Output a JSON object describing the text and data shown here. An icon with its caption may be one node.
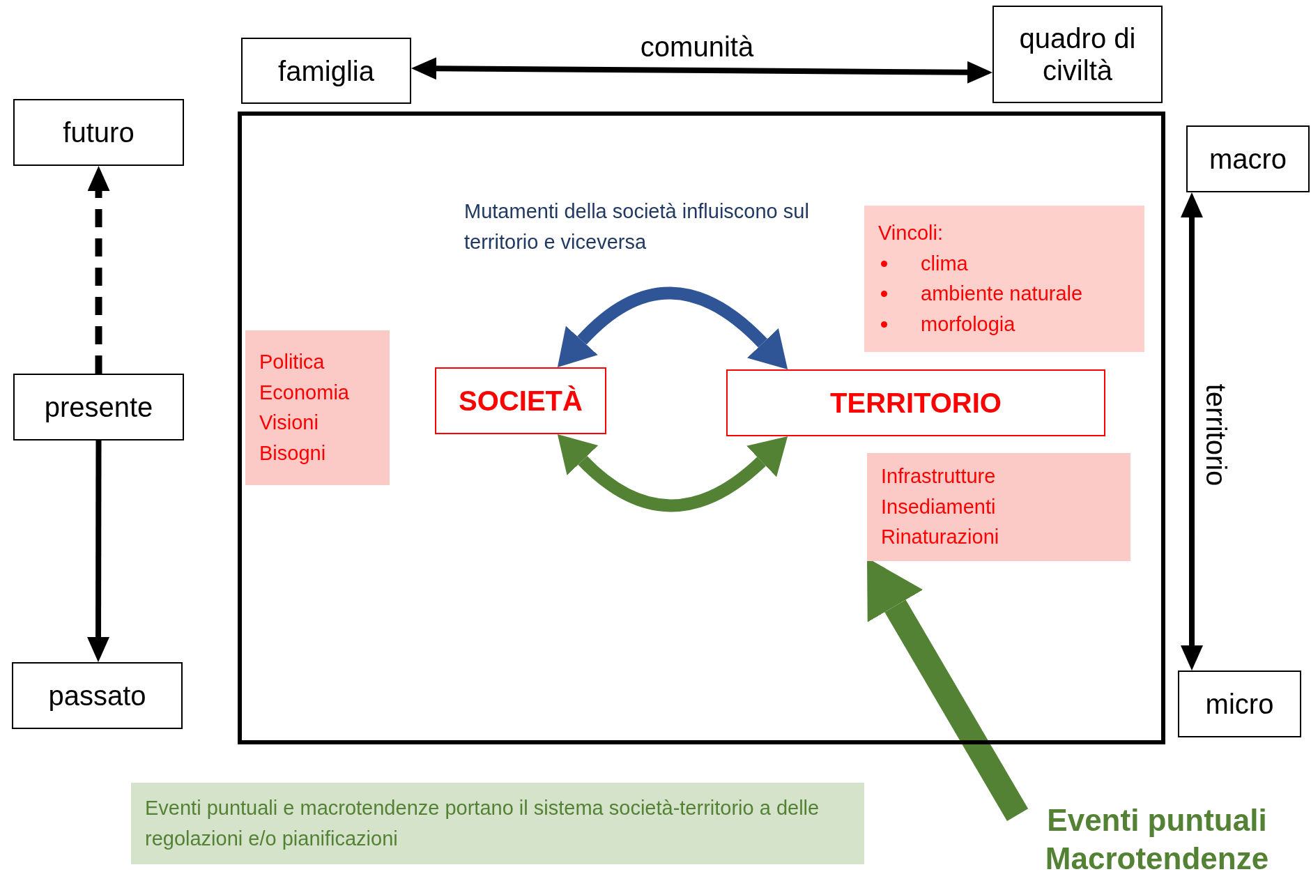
{
  "diagram": {
    "nodes": [
      {
        "text": [
          "famiglia"
        ]
      },
      {
        "text": [
          "quadro di civiltà"
        ]
      },
      {
        "text": [
          "futuro"
        ]
      },
      {
        "text": [
          "presente"
        ]
      },
      {
        "text": [
          "passato"
        ]
      },
      {
        "text": [
          "macro"
        ]
      },
      {
        "text": [
          "micro"
        ]
      },
      {
        "text": [],
        "shape": "box"
      },
      {
        "text": [
          "Politica",
          "Economia",
          "Visioni",
          "Bisogni"
        ],
        "in": 7
      },
      {
        "text": [
          "SOCIETÀ"
        ],
        "in": 7
      },
      {
        "text": [
          "TERRITORIO"
        ],
        "in": 7
      },
      {
        "text": [
          "Vincoli:",
          "clima",
          "ambiente naturale",
          "morfologia"
        ],
        "in": 7
      },
      {
        "text": [
          "Infrastrutture",
          "Insediamenti",
          "Rinaturazioni"
        ],
        "in": 7
      },
      {
        "text": [
          "Eventi puntuali",
          "Macrotendenze"
        ]
      },
      {
        "text": [
          "Eventi puntuali e macrotendenze portano il sistema società-territorio a delle regolazioni e/o pianificazioni"
        ]
      }
    ],
    "edges": [
      {
        "from": 0,
        "to": 1,
        "arrow": "both",
        "label": "comunità"
      },
      {
        "from": 3,
        "to": 2,
        "arrow": "to",
        "style": "dashed"
      },
      {
        "from": 3,
        "to": 4,
        "arrow": "to"
      },
      {
        "from": 5,
        "to": 6,
        "arrow": "both",
        "label": "territorio"
      },
      {
        "from": 9,
        "to": 10,
        "arrow": "both",
        "style": "thick",
        "color": "#2f5597"
      },
      {
        "from": 9,
        "to": 10,
        "arrow": "both",
        "style": "thick",
        "color": "#548235"
      },
      {
        "from": 13,
        "to": 12,
        "arrow": "to",
        "style": "thick",
        "color": "#548235"
      }
    ],
    "labels": [
      "Mutamenti della società influiscono sul territorio e viceversa"
    ]
  }
}
